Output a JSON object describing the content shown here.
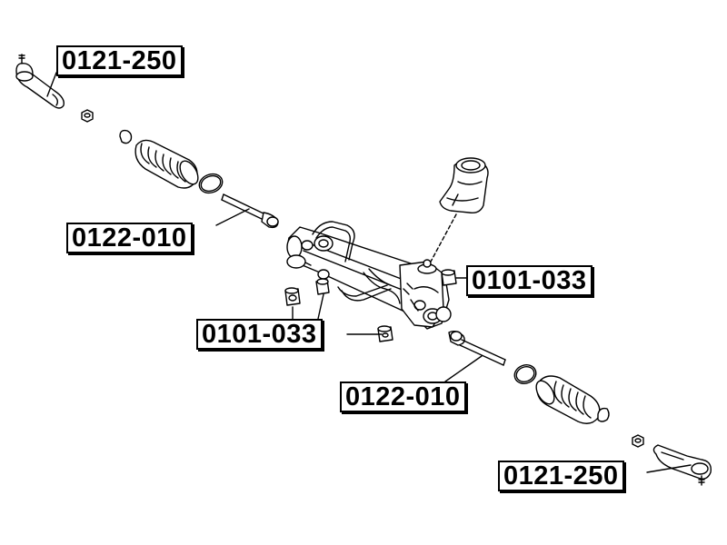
{
  "labels": [
    {
      "id": "lbl-1",
      "text": "0121-250",
      "part": "outer-tie-rod-end"
    },
    {
      "id": "lbl-2",
      "text": "0122-010",
      "part": "inner-tie-rod"
    },
    {
      "id": "lbl-3",
      "text": "0101-033",
      "part": "rack-bushing"
    },
    {
      "id": "lbl-4",
      "text": "0101-033",
      "part": "rack-bushing"
    },
    {
      "id": "lbl-5",
      "text": "0122-010",
      "part": "inner-tie-rod"
    },
    {
      "id": "lbl-6",
      "text": "0121-250",
      "part": "outer-tie-rod-end"
    }
  ],
  "colors": {
    "ink": "#000000",
    "paper": "#ffffff"
  }
}
